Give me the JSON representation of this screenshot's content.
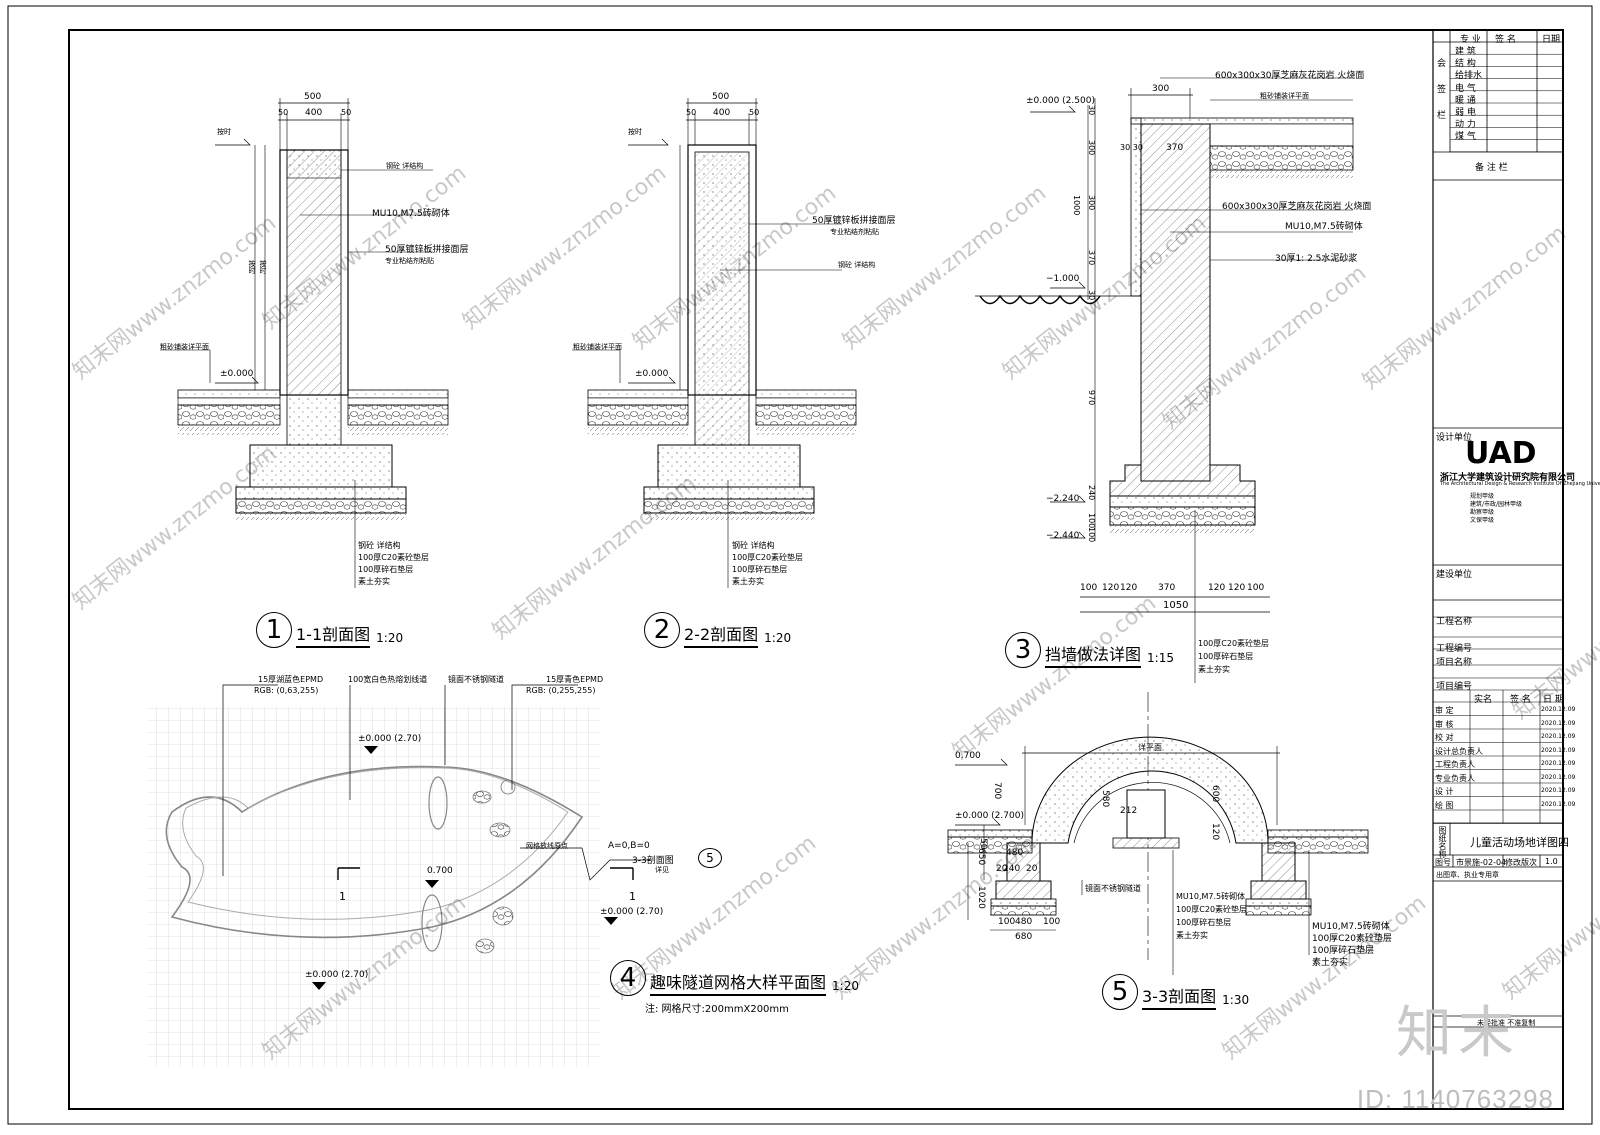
{
  "watermark": {
    "logo_text": "知末",
    "id_text": "ID: 1140763298",
    "tile_text": "知末网www.znzmo.com"
  },
  "title_block": {
    "cosign_header": [
      "专 业",
      "签 名",
      "日期"
    ],
    "cosign_side": [
      "会",
      "签",
      "栏"
    ],
    "cosign_disciplines": [
      "建 筑",
      "结 构",
      "给排水",
      "电 气",
      "暖 通",
      "弱 电",
      "动 力",
      "煤 气"
    ],
    "remarks_label": "备 注 栏",
    "design_unit_label": "设计单位",
    "company_logo": "UAD",
    "company_name": "浙江大学建筑设计研究院有限公司",
    "company_name_en": "The Architectural Design & Research Institute Of Zhejiang University Co.,Ltd",
    "cert_lines": [
      "规划甲级 ",
      "建筑/市政/园林甲级",
      "勘察甲级",
      "文保甲级"
    ],
    "client_label": "建设单位",
    "project_fields": [
      "工程名称",
      "工程编号",
      "项目名称",
      "项目编号"
    ],
    "sign_header": [
      "实名",
      "签 名",
      "日 期"
    ],
    "sign_roles": [
      "审 定",
      "审 核",
      "校 对",
      "设计总负责人",
      "工程负责人",
      "专业负责人",
      "设 计",
      "绘 图"
    ],
    "sign_dates": [
      "2020.12.09",
      "2020.12.09",
      "2020.12.09",
      "2020.12.09",
      "2020.12.09",
      "2020.12.09",
      "2020.12.09",
      "2020.12.09"
    ],
    "drawing_name_label": "图纸名称",
    "drawing_name": "儿童活动场地详图四",
    "drawing_no_label": "图号",
    "drawing_no": "市景施-02-04",
    "revision_label": "修改版次",
    "revision": "1.0",
    "footer_note": "出图章、执业专用章",
    "bottom_note": "未经批准 不准复制"
  },
  "d1": {
    "num": "1",
    "title": "1-1剖面图",
    "scale": "1:20",
    "dims": [
      "500",
      "50",
      "400",
      "50"
    ],
    "level_mark": "按时",
    "level_zero": "±0.000",
    "notes": [
      "钢砼 详结构",
      "MU10,M7.5砖砌体",
      "50厚镀锌板拼接面层",
      "专业粘结剂粘贴",
      "粗砂铺装详平面"
    ],
    "vertical_labels": [
      "按时",
      "按时"
    ],
    "bottom_notes": [
      "钢砼 详结构",
      "100厚C20素砼垫层",
      "100厚碎石垫层",
      "素土夯实"
    ]
  },
  "d2": {
    "num": "2",
    "title": "2-2剖面图",
    "scale": "1:20",
    "dims": [
      "500",
      "50",
      "400",
      "50"
    ],
    "level_mark": "按时",
    "level_zero": "±0.000",
    "notes": [
      "50厚镀锌板拼接面层",
      "专业粘结剂粘贴",
      "钢砼 详结构",
      "粗砂铺装详平面"
    ],
    "bottom_notes": [
      "钢砼 详结构",
      "100厚C20素砼垫层",
      "100厚碎石垫层",
      "素土夯实"
    ]
  },
  "d3": {
    "num": "3",
    "title": "挡墙做法详图",
    "scale": "1:15",
    "top_note": "600x300x30厚芝麻灰花岗岩 火烧面",
    "mid_note1": "粗砂铺装详平面",
    "mid_note2": "600x300x30厚芝麻灰花岗岩 火烧面",
    "mid_note3": "MU10,M7.5砖砌体",
    "mid_note4": "30厚1: 2.5水泥砂浆",
    "levels": [
      "±0.000 (2.500)",
      "−1.000",
      "−2.240",
      "−2.440"
    ],
    "v_dims": [
      "30",
      "300",
      "300",
      "1000",
      "370",
      "30",
      "970",
      "240",
      "100",
      "100"
    ],
    "top_dims": [
      "300",
      "30 30",
      "370"
    ],
    "bottom_dims": [
      "100",
      "120",
      "120",
      "370",
      "120",
      "120",
      "100"
    ],
    "total": "1050",
    "bottom_notes": [
      "100厚C20素砼垫层",
      "100厚碎石垫层",
      "素土夯实"
    ]
  },
  "d4": {
    "num": "4",
    "title": "趣味隧道网格大样平面图",
    "scale": "1:20",
    "note": "注: 网格尺寸:200mmX200mm",
    "labels": [
      "15厚湖蓝色EPMD",
      "RGB: (0,63,255)",
      "100宽白色热熔划线道",
      "镜面不锈钢隧道",
      "15厚青色EPMD",
      "RGB: (0,255,255)",
      "网格放线原点",
      "A=0,B=0",
      "3-3剖面图",
      "详见"
    ],
    "levels": [
      "±0.000 (2.70)",
      "0.700",
      "±0.000 (2.70)",
      "±0.000 (2.70)"
    ],
    "cut": "1",
    "ref_num": "5"
  },
  "d5": {
    "num": "5",
    "title": "3-3剖面图",
    "scale": "1:30",
    "top_label": "详平面",
    "levels": [
      "0.700",
      "±0.000 (2.700)"
    ],
    "dims": [
      "700",
      "580",
      "212",
      "600",
      "120",
      "50",
      "480",
      "20",
      "240",
      "20",
      "650",
      "1020",
      "100",
      "480",
      "100",
      "680"
    ],
    "notes_left": [
      "镜面不锈钢隧道",
      "MU10,M7.5砖砌体",
      "100厚C20素砼垫层",
      "100厚碎石垫层",
      "素土夯实"
    ],
    "notes_right": [
      "MU10,M7.5砖砌体",
      "100厚C20素砼垫层",
      "100厚碎石垫层",
      "素土夯实"
    ]
  }
}
